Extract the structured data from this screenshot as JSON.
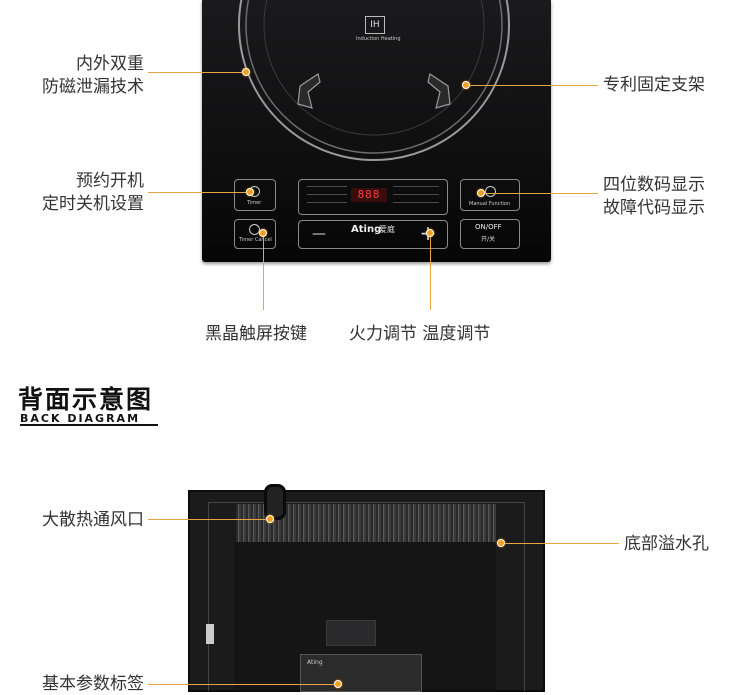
{
  "front": {
    "brand": "Ating",
    "brand_cn": "爱庭",
    "ih_logo": "IH",
    "ih_caption": "Induction Heating",
    "display": "888",
    "minus": "—",
    "plus": "+",
    "timer_button": "Timer",
    "timer_cancel": "Timer Cancel",
    "manual_function": "Manual Function",
    "on_off": "ON/OFF",
    "on_off_cn": "开/关",
    "labels": {
      "double_ring": [
        "内外双重",
        "防磁泄漏技术"
      ],
      "bracket": "专利固定支架",
      "reserve": [
        "预约开机",
        "定时关机设置"
      ],
      "display": [
        "四位数码显示",
        "故障代码显示"
      ],
      "touch": "黑晶触屏按键",
      "power_temp": "火力调节 温度调节"
    }
  },
  "back_heading": {
    "cn": "背面示意图",
    "en": "BACK DIAGRAM"
  },
  "back": {
    "brand": "Ating",
    "labels": {
      "vent": "大散热通风口",
      "overflow": "底部溢水孔",
      "nameplate": "基本参数标签"
    }
  },
  "colors": {
    "accent": "#e8a640",
    "dot": "#f0a020",
    "glass": "#111111"
  }
}
